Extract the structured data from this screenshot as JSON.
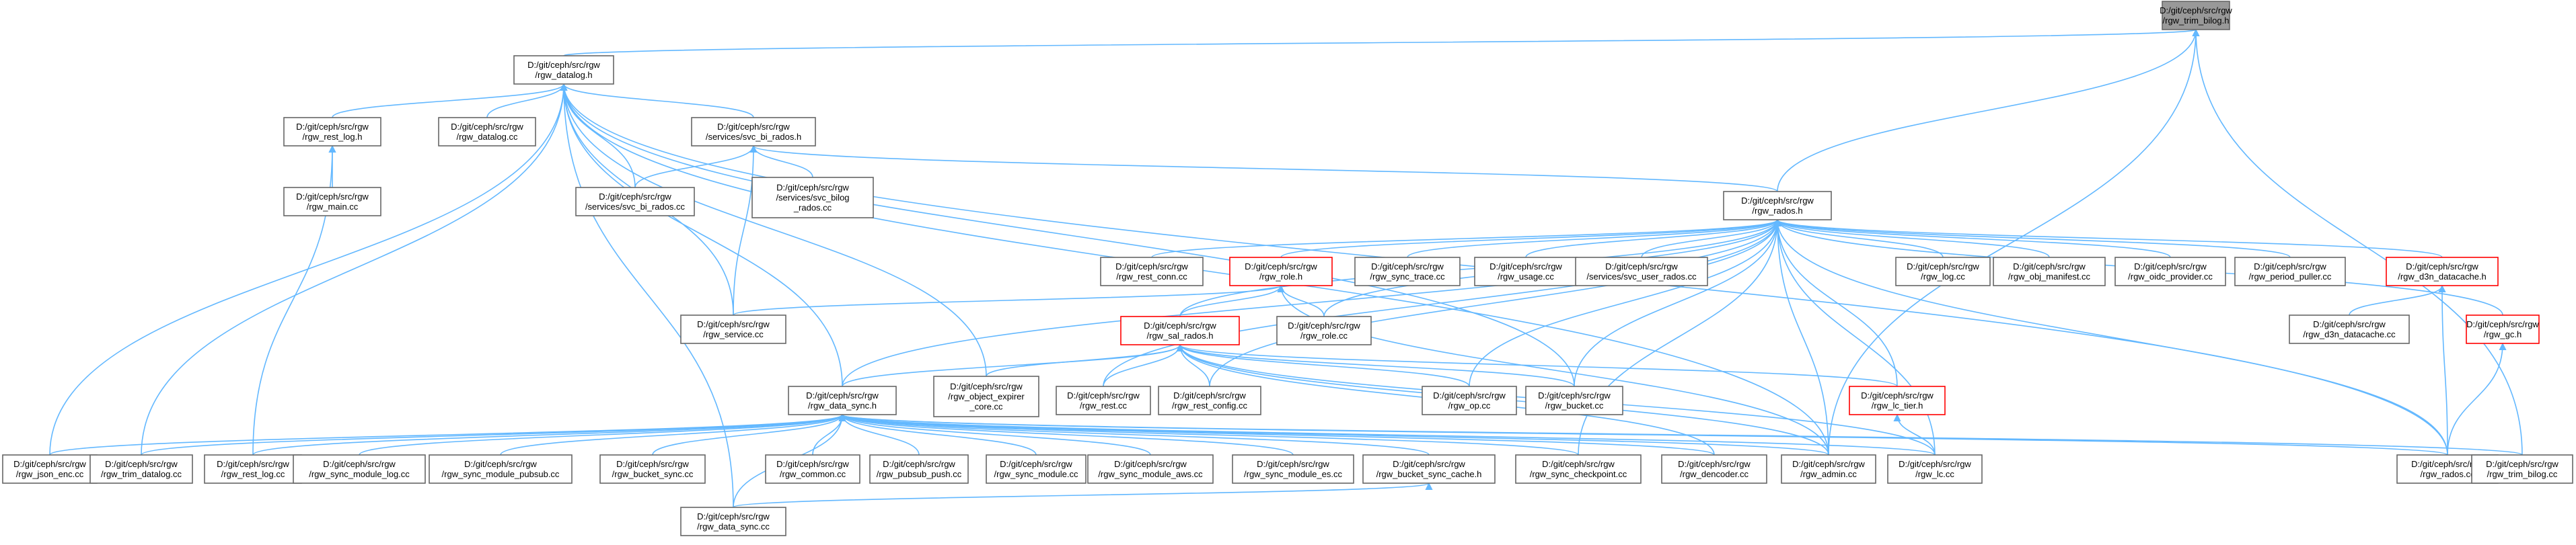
{
  "colors": {
    "node_border": "#666666",
    "node_fill": "#ffffff",
    "root_fill": "#999999",
    "root_border": "#666666",
    "truncated_border": "#ff0000",
    "edge": "#63b8ff"
  },
  "nodes": [
    {
      "id": "n0",
      "lines": [
        "D:/git/ceph/src/rgw",
        "/rgw_trim_bilog.h"
      ],
      "root": true
    },
    {
      "id": "n1",
      "lines": [
        "D:/git/ceph/src/rgw",
        "/rgw_datalog.h"
      ]
    },
    {
      "id": "n2",
      "lines": [
        "D:/git/ceph/src/rgw",
        "/rgw_rados.h"
      ]
    },
    {
      "id": "n3",
      "lines": [
        "D:/git/ceph/src/rgw",
        "/rgw_rest_log.h"
      ]
    },
    {
      "id": "n4",
      "lines": [
        "D:/git/ceph/src/rgw",
        "/rgw_datalog.cc"
      ]
    },
    {
      "id": "n5",
      "lines": [
        "D:/git/ceph/src/rgw",
        "/services/svc_bi_rados.h"
      ]
    },
    {
      "id": "n6",
      "lines": [
        "D:/git/ceph/src/rgw",
        "/rgw_main.cc"
      ]
    },
    {
      "id": "n7",
      "lines": [
        "D:/git/ceph/src/rgw",
        "/services/svc_bi_rados.cc"
      ]
    },
    {
      "id": "n8",
      "lines": [
        "D:/git/ceph/src/rgw",
        "/services/svc_bilog",
        "_rados.cc"
      ]
    },
    {
      "id": "n9",
      "lines": [
        "D:/git/ceph/src/rgw",
        "/rgw_rest_conn.cc"
      ]
    },
    {
      "id": "n10",
      "lines": [
        "D:/git/ceph/src/rgw",
        "/rgw_role.h"
      ],
      "truncated": true
    },
    {
      "id": "n11",
      "lines": [
        "D:/git/ceph/src/rgw",
        "/rgw_sync_trace.cc"
      ]
    },
    {
      "id": "n12",
      "lines": [
        "D:/git/ceph/src/rgw",
        "/rgw_usage.cc"
      ]
    },
    {
      "id": "n13",
      "lines": [
        "D:/git/ceph/src/rgw",
        "/services/svc_user_rados.cc"
      ]
    },
    {
      "id": "n14",
      "lines": [
        "D:/git/ceph/src/rgw",
        "/rgw_log.cc"
      ]
    },
    {
      "id": "n15",
      "lines": [
        "D:/git/ceph/src/rgw",
        "/rgw_obj_manifest.cc"
      ]
    },
    {
      "id": "n16",
      "lines": [
        "D:/git/ceph/src/rgw",
        "/rgw_oidc_provider.cc"
      ]
    },
    {
      "id": "n17",
      "lines": [
        "D:/git/ceph/src/rgw",
        "/rgw_period_puller.cc"
      ]
    },
    {
      "id": "n18",
      "lines": [
        "D:/git/ceph/src/rgw",
        "/rgw_d3n_datacache.h"
      ],
      "truncated": true
    },
    {
      "id": "n19",
      "lines": [
        "D:/git/ceph/src/rgw",
        "/rgw_service.cc"
      ]
    },
    {
      "id": "n20",
      "lines": [
        "D:/git/ceph/src/rgw",
        "/rgw_sal_rados.h"
      ],
      "truncated": true
    },
    {
      "id": "n21",
      "lines": [
        "D:/git/ceph/src/rgw",
        "/rgw_role.cc"
      ]
    },
    {
      "id": "n22",
      "lines": [
        "D:/git/ceph/src/rgw",
        "/rgw_d3n_datacache.cc"
      ]
    },
    {
      "id": "n23",
      "lines": [
        "D:/git/ceph/src/rgw",
        "/rgw_gc.h"
      ],
      "truncated": true
    },
    {
      "id": "n24",
      "lines": [
        "D:/git/ceph/src/rgw",
        "/rgw_data_sync.h"
      ]
    },
    {
      "id": "n25",
      "lines": [
        "D:/git/ceph/src/rgw",
        "/rgw_object_expirer",
        "_core.cc"
      ]
    },
    {
      "id": "n26",
      "lines": [
        "D:/git/ceph/src/rgw",
        "/rgw_rest.cc"
      ]
    },
    {
      "id": "n27",
      "lines": [
        "D:/git/ceph/src/rgw",
        "/rgw_rest_config.cc"
      ]
    },
    {
      "id": "n28",
      "lines": [
        "D:/git/ceph/src/rgw",
        "/rgw_op.cc"
      ]
    },
    {
      "id": "n29",
      "lines": [
        "D:/git/ceph/src/rgw",
        "/rgw_bucket.cc"
      ]
    },
    {
      "id": "n30",
      "lines": [
        "D:/git/ceph/src/rgw",
        "/rgw_lc_tier.h"
      ],
      "truncated": true
    },
    {
      "id": "n31",
      "lines": [
        "D:/git/ceph/src/rgw",
        "/rgw_json_enc.cc"
      ]
    },
    {
      "id": "n32",
      "lines": [
        "D:/git/ceph/src/rgw",
        "/rgw_trim_datalog.cc"
      ]
    },
    {
      "id": "n33",
      "lines": [
        "D:/git/ceph/src/rgw",
        "/rgw_rest_log.cc"
      ]
    },
    {
      "id": "n34",
      "lines": [
        "D:/git/ceph/src/rgw",
        "/rgw_sync_module_log.cc"
      ]
    },
    {
      "id": "n35",
      "lines": [
        "D:/git/ceph/src/rgw",
        "/rgw_sync_module_pubsub.cc"
      ]
    },
    {
      "id": "n36",
      "lines": [
        "D:/git/ceph/src/rgw",
        "/rgw_bucket_sync.cc"
      ]
    },
    {
      "id": "n37",
      "lines": [
        "D:/git/ceph/src/rgw",
        "/rgw_common.cc"
      ]
    },
    {
      "id": "n38",
      "lines": [
        "D:/git/ceph/src/rgw",
        "/rgw_pubsub_push.cc"
      ]
    },
    {
      "id": "n39",
      "lines": [
        "D:/git/ceph/src/rgw",
        "/rgw_sync_module.cc"
      ]
    },
    {
      "id": "n40",
      "lines": [
        "D:/git/ceph/src/rgw",
        "/rgw_sync_module_aws.cc"
      ]
    },
    {
      "id": "n41",
      "lines": [
        "D:/git/ceph/src/rgw",
        "/rgw_sync_module_es.cc"
      ]
    },
    {
      "id": "n42",
      "lines": [
        "D:/git/ceph/src/rgw",
        "/rgw_bucket_sync_cache.h"
      ]
    },
    {
      "id": "n43",
      "lines": [
        "D:/git/ceph/src/rgw",
        "/rgw_sync_checkpoint.cc"
      ]
    },
    {
      "id": "n44",
      "lines": [
        "D:/git/ceph/src/rgw",
        "/rgw_dencoder.cc"
      ]
    },
    {
      "id": "n45",
      "lines": [
        "D:/git/ceph/src/rgw",
        "/rgw_admin.cc"
      ]
    },
    {
      "id": "n46",
      "lines": [
        "D:/git/ceph/src/rgw",
        "/rgw_lc.cc"
      ]
    },
    {
      "id": "n47",
      "lines": [
        "D:/git/ceph/src/rgw",
        "/rgw_rados.cc"
      ]
    },
    {
      "id": "n48",
      "lines": [
        "D:/git/ceph/src/rgw",
        "/rgw_trim_bilog.cc"
      ]
    },
    {
      "id": "n49",
      "lines": [
        "D:/git/ceph/src/rgw",
        "/rgw_data_sync.cc"
      ]
    }
  ],
  "edges": [
    [
      "n1",
      "n0"
    ],
    [
      "n2",
      "n0"
    ],
    [
      "n45",
      "n0"
    ],
    [
      "n48",
      "n0"
    ],
    [
      "n3",
      "n1"
    ],
    [
      "n4",
      "n1"
    ],
    [
      "n5",
      "n1"
    ],
    [
      "n7",
      "n1"
    ],
    [
      "n19",
      "n1"
    ],
    [
      "n24",
      "n1"
    ],
    [
      "n25",
      "n1"
    ],
    [
      "n29",
      "n1"
    ],
    [
      "n31",
      "n1"
    ],
    [
      "n32",
      "n1"
    ],
    [
      "n45",
      "n1"
    ],
    [
      "n47",
      "n1"
    ],
    [
      "n49",
      "n1"
    ],
    [
      "n6",
      "n3"
    ],
    [
      "n33",
      "n3"
    ],
    [
      "n2",
      "n5"
    ],
    [
      "n7",
      "n5"
    ],
    [
      "n8",
      "n5"
    ],
    [
      "n19",
      "n5"
    ],
    [
      "n9",
      "n2"
    ],
    [
      "n10",
      "n2"
    ],
    [
      "n11",
      "n2"
    ],
    [
      "n12",
      "n2"
    ],
    [
      "n13",
      "n2"
    ],
    [
      "n14",
      "n2"
    ],
    [
      "n15",
      "n2"
    ],
    [
      "n16",
      "n2"
    ],
    [
      "n17",
      "n2"
    ],
    [
      "n18",
      "n2"
    ],
    [
      "n23",
      "n2"
    ],
    [
      "n20",
      "n2"
    ],
    [
      "n21",
      "n2"
    ],
    [
      "n24",
      "n2"
    ],
    [
      "n26",
      "n2"
    ],
    [
      "n27",
      "n2"
    ],
    [
      "n28",
      "n2"
    ],
    [
      "n29",
      "n2"
    ],
    [
      "n30",
      "n2"
    ],
    [
      "n45",
      "n2"
    ],
    [
      "n46",
      "n2"
    ],
    [
      "n47",
      "n2"
    ],
    [
      "n43",
      "n2"
    ],
    [
      "n19",
      "n10"
    ],
    [
      "n20",
      "n10"
    ],
    [
      "n21",
      "n10"
    ],
    [
      "n45",
      "n10"
    ],
    [
      "n22",
      "n18"
    ],
    [
      "n47",
      "n18"
    ],
    [
      "n47",
      "n23"
    ],
    [
      "n24",
      "n20"
    ],
    [
      "n25",
      "n20"
    ],
    [
      "n26",
      "n20"
    ],
    [
      "n27",
      "n20"
    ],
    [
      "n28",
      "n20"
    ],
    [
      "n29",
      "n20"
    ],
    [
      "n30",
      "n20"
    ],
    [
      "n45",
      "n20"
    ],
    [
      "n44",
      "n20"
    ],
    [
      "n46",
      "n20"
    ],
    [
      "n46",
      "n30"
    ],
    [
      "n31",
      "n24"
    ],
    [
      "n32",
      "n24"
    ],
    [
      "n33",
      "n24"
    ],
    [
      "n34",
      "n24"
    ],
    [
      "n35",
      "n24"
    ],
    [
      "n36",
      "n24"
    ],
    [
      "n37",
      "n24"
    ],
    [
      "n38",
      "n24"
    ],
    [
      "n39",
      "n24"
    ],
    [
      "n40",
      "n24"
    ],
    [
      "n41",
      "n24"
    ],
    [
      "n42",
      "n24"
    ],
    [
      "n43",
      "n24"
    ],
    [
      "n44",
      "n24"
    ],
    [
      "n45",
      "n24"
    ],
    [
      "n46",
      "n24"
    ],
    [
      "n47",
      "n24"
    ],
    [
      "n48",
      "n24"
    ],
    [
      "n49",
      "n24"
    ],
    [
      "n49",
      "n42"
    ]
  ]
}
